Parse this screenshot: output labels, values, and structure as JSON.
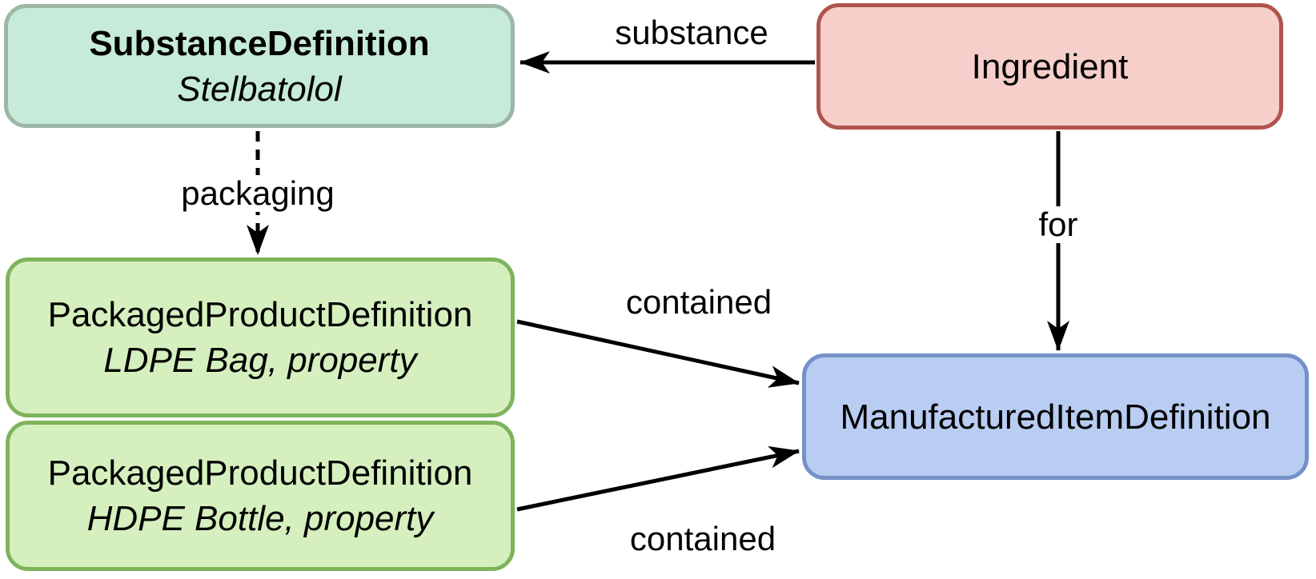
{
  "diagram": {
    "type": "resource-relationship-diagram",
    "background_color": "#ffffff",
    "line_color": "#000000",
    "nodes": [
      {
        "id": "substance-definition",
        "title": "SubstanceDefinition",
        "subtitle": "Stelbatolol",
        "fill": "#c6ebd8",
        "border": "#9eb6a6"
      },
      {
        "id": "ingredient",
        "title": "Ingredient",
        "fill": "#f6cfcb",
        "border": "#b0544e"
      },
      {
        "id": "packaged-product-ldpe",
        "title": "PackagedProductDefinition",
        "subtitle": "LDPE Bag, property",
        "fill": "#d5f0be",
        "border": "#7fb35c"
      },
      {
        "id": "packaged-product-hdpe",
        "title": "PackagedProductDefinition",
        "subtitle": "HDPE Bottle, property",
        "fill": "#d5f0be",
        "border": "#7fb35c"
      },
      {
        "id": "manufactured-item-definition",
        "title": "ManufacturedItemDefinition",
        "fill": "#b9cdf3",
        "border": "#7491c8"
      }
    ],
    "edges": [
      {
        "label": "substance",
        "from": "ingredient",
        "to": "substance-definition",
        "style": "solid-arrow"
      },
      {
        "label": "packaging",
        "from": "substance-definition",
        "to": "packaged-product-ldpe",
        "style": "dashed-arrow"
      },
      {
        "label": "for",
        "from": "ingredient",
        "to": "manufactured-item-definition",
        "style": "solid-arrow"
      },
      {
        "label": "contained",
        "from": "packaged-product-ldpe",
        "to": "manufactured-item-definition",
        "style": "solid-arrow"
      },
      {
        "label": "contained",
        "from": "packaged-product-hdpe",
        "to": "manufactured-item-definition",
        "style": "solid-arrow"
      }
    ]
  }
}
